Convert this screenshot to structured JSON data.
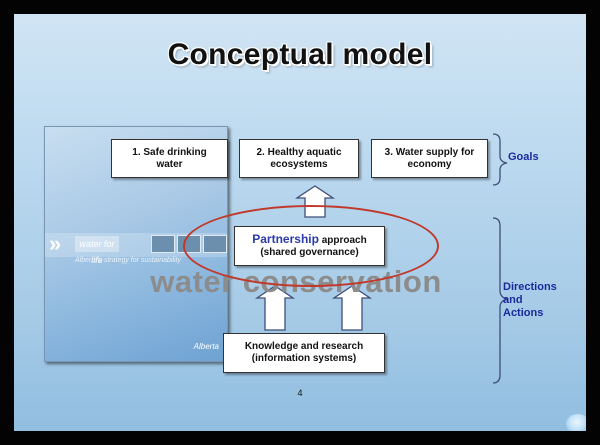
{
  "slide": {
    "title": "Conceptual model",
    "page_number": "4"
  },
  "cover": {
    "brand_text": "water for life",
    "subtitle": "Alberta's strategy for sustainability",
    "logo_text": "Alberta"
  },
  "goals": [
    {
      "line1": "1. Safe drinking",
      "line2": "water"
    },
    {
      "line1": "2. Healthy aquatic",
      "line2": "ecosystems"
    },
    {
      "line1": "3. Water supply for",
      "line2": "economy"
    }
  ],
  "partnership": {
    "highlight": "Partnership",
    "rest": " approach",
    "line2": "(shared governance)"
  },
  "knowledge": {
    "line1": "Knowledge and research",
    "line2": "(information systems)"
  },
  "overlay_text": "water conservation",
  "labels": {
    "goals": "Goals",
    "directions_line1": "Directions",
    "directions_line2": "and",
    "directions_line3": "Actions"
  },
  "colors": {
    "ellipse": "#c0392b",
    "label_blue": "#1a2a9c",
    "arrow_fill": "#ffffff",
    "arrow_stroke": "#3f4e78"
  }
}
